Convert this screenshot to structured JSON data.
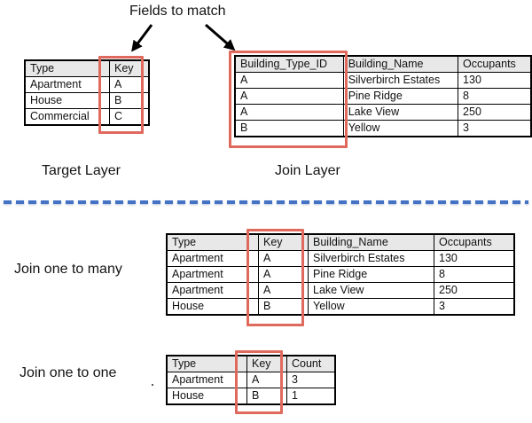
{
  "annotation": {
    "fields_to_match": "Fields to match"
  },
  "labels": {
    "target_layer": "Target Layer",
    "join_layer": "Join Layer",
    "join_one_to_many": "Join one to many",
    "join_one_to_one": "Join one to one"
  },
  "colors": {
    "highlight_red": "#e0695e",
    "divider_blue": "#4472c4",
    "header_gray": "#e8e8e8",
    "table_border": "#000000"
  },
  "tables": {
    "target": {
      "headers": [
        "Type",
        "Key"
      ],
      "rows": [
        [
          "Apartment",
          "A"
        ],
        [
          "House",
          "B"
        ],
        [
          "Commercial",
          "C"
        ]
      ],
      "highlight_column": "Key"
    },
    "join": {
      "headers": [
        "Building_Type_ID",
        "Building_Name",
        "Occupants"
      ],
      "rows": [
        [
          "A",
          "Silverbirch Estates",
          "130"
        ],
        [
          "A",
          "Pine Ridge",
          "8"
        ],
        [
          "A",
          "Lake View",
          "250"
        ],
        [
          "B",
          "Yellow",
          "3"
        ]
      ],
      "highlight_column": "Building_Type_ID"
    },
    "one_to_many": {
      "headers": [
        "Type",
        "Key",
        "Building_Name",
        "Occupants"
      ],
      "rows": [
        [
          "Apartment",
          "A",
          "Silverbirch Estates",
          "130"
        ],
        [
          "Apartment",
          "A",
          "Pine Ridge",
          "8"
        ],
        [
          "Apartment",
          "A",
          "Lake View",
          "250"
        ],
        [
          "House",
          "B",
          "Yellow",
          "3"
        ]
      ],
      "highlight_column": "Key"
    },
    "one_to_one": {
      "headers": [
        "Type",
        "Key",
        "Count"
      ],
      "rows": [
        [
          "Apartment",
          "A",
          "3"
        ],
        [
          "House",
          "B",
          "1"
        ]
      ],
      "highlight_column": "Key"
    }
  }
}
